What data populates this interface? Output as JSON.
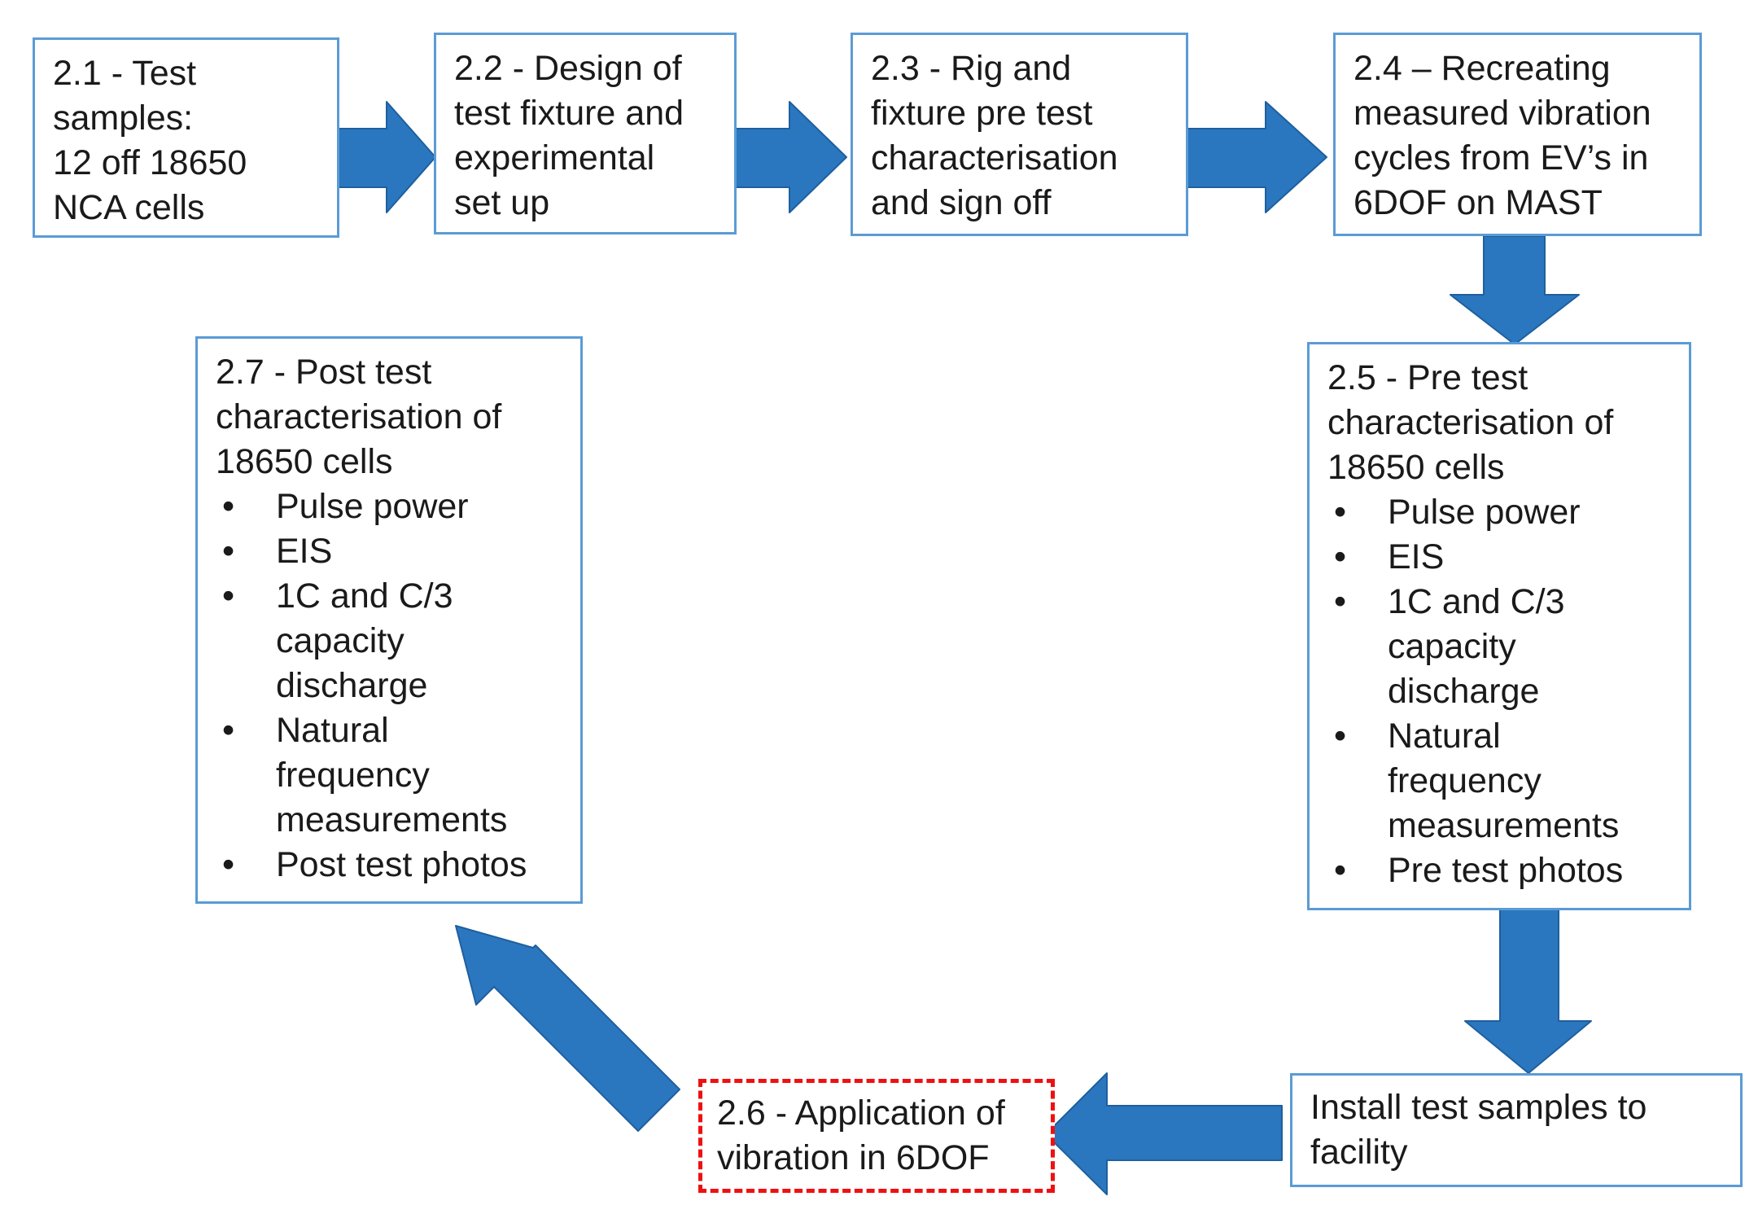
{
  "colors": {
    "arrow_fill": "#2a77bf",
    "arrow_stroke": "#1f5f9e",
    "box_border": "#5b9bd5",
    "highlight_border": "#ee1111"
  },
  "steps": {
    "s2_1": {
      "lines": [
        "2.1 - Test",
        "samples:",
        "12 off 18650",
        "NCA cells"
      ]
    },
    "s2_2": {
      "lines": [
        "2.2 - Design of",
        "test fixture and",
        "experimental",
        "set up"
      ]
    },
    "s2_3": {
      "lines": [
        "2.3 - Rig and",
        "fixture pre test",
        "characterisation",
        "and sign off"
      ]
    },
    "s2_4": {
      "lines": [
        "2.4 – Recreating",
        "measured vibration",
        "cycles from EV’s in",
        "6DOF on MAST"
      ]
    },
    "s2_5": {
      "lines": [
        "2.5 - Pre test",
        "characterisation of",
        "18650 cells"
      ],
      "bullets": [
        [
          "Pulse power"
        ],
        [
          "EIS"
        ],
        [
          "1C and C/3",
          "capacity",
          "discharge"
        ],
        [
          "Natural",
          "frequency",
          "measurements"
        ],
        [
          "Pre test photos"
        ]
      ]
    },
    "install": {
      "lines": [
        "Install test samples to",
        "facility"
      ]
    },
    "s2_6": {
      "lines": [
        "2.6 - Application of",
        "vibration in 6DOF"
      ]
    },
    "s2_7": {
      "lines": [
        "2.7 - Post test",
        "characterisation of",
        "18650 cells"
      ],
      "bullets": [
        [
          "Pulse power"
        ],
        [
          "EIS"
        ],
        [
          "1C and C/3",
          "capacity",
          "discharge"
        ],
        [
          "Natural",
          "frequency",
          "measurements"
        ],
        [
          "Post test photos"
        ]
      ]
    }
  },
  "flow": [
    {
      "from": "2.1",
      "to": "2.2"
    },
    {
      "from": "2.2",
      "to": "2.3"
    },
    {
      "from": "2.3",
      "to": "2.4"
    },
    {
      "from": "2.4",
      "to": "2.5"
    },
    {
      "from": "2.5",
      "to": "install"
    },
    {
      "from": "install",
      "to": "2.6"
    },
    {
      "from": "2.6",
      "to": "2.7"
    }
  ]
}
